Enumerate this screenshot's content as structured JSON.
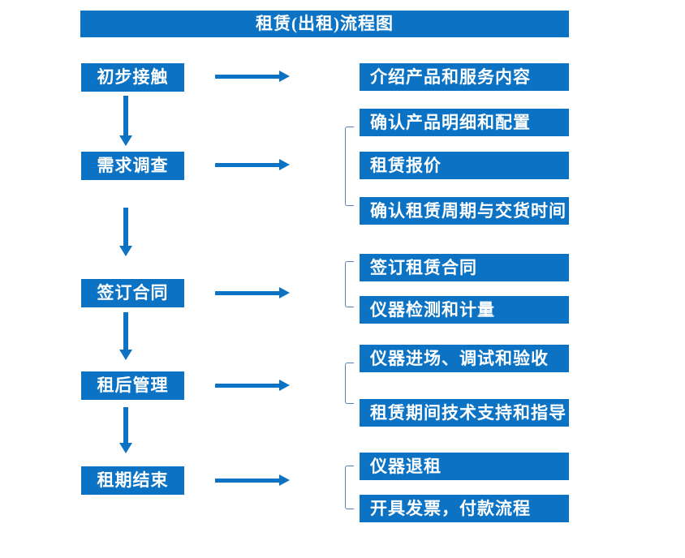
{
  "title": "租赁(出租)流程图",
  "colors": {
    "box_fill": "#0c73c4",
    "box_text": "#ffffff",
    "arrow": "#0c73c4",
    "bracket": "#5a80c0",
    "background": "#ffffff"
  },
  "stages": [
    {
      "label": "初步接触",
      "outputs": [
        "介绍产品和服务内容"
      ]
    },
    {
      "label": "需求调查",
      "outputs": [
        "确认产品明细和配置",
        "租赁报价",
        "确认租赁周期与交货时间"
      ]
    },
    {
      "label": "签订合同",
      "outputs": [
        "签订租赁合同",
        "仪器检测和计量"
      ]
    },
    {
      "label": "租后管理",
      "outputs": [
        "仪器进场、调试和验收",
        "租赁期间技术支持和指导"
      ]
    },
    {
      "label": "租期结束",
      "outputs": [
        "仪器退租",
        "开具发票，付款流程"
      ]
    }
  ]
}
